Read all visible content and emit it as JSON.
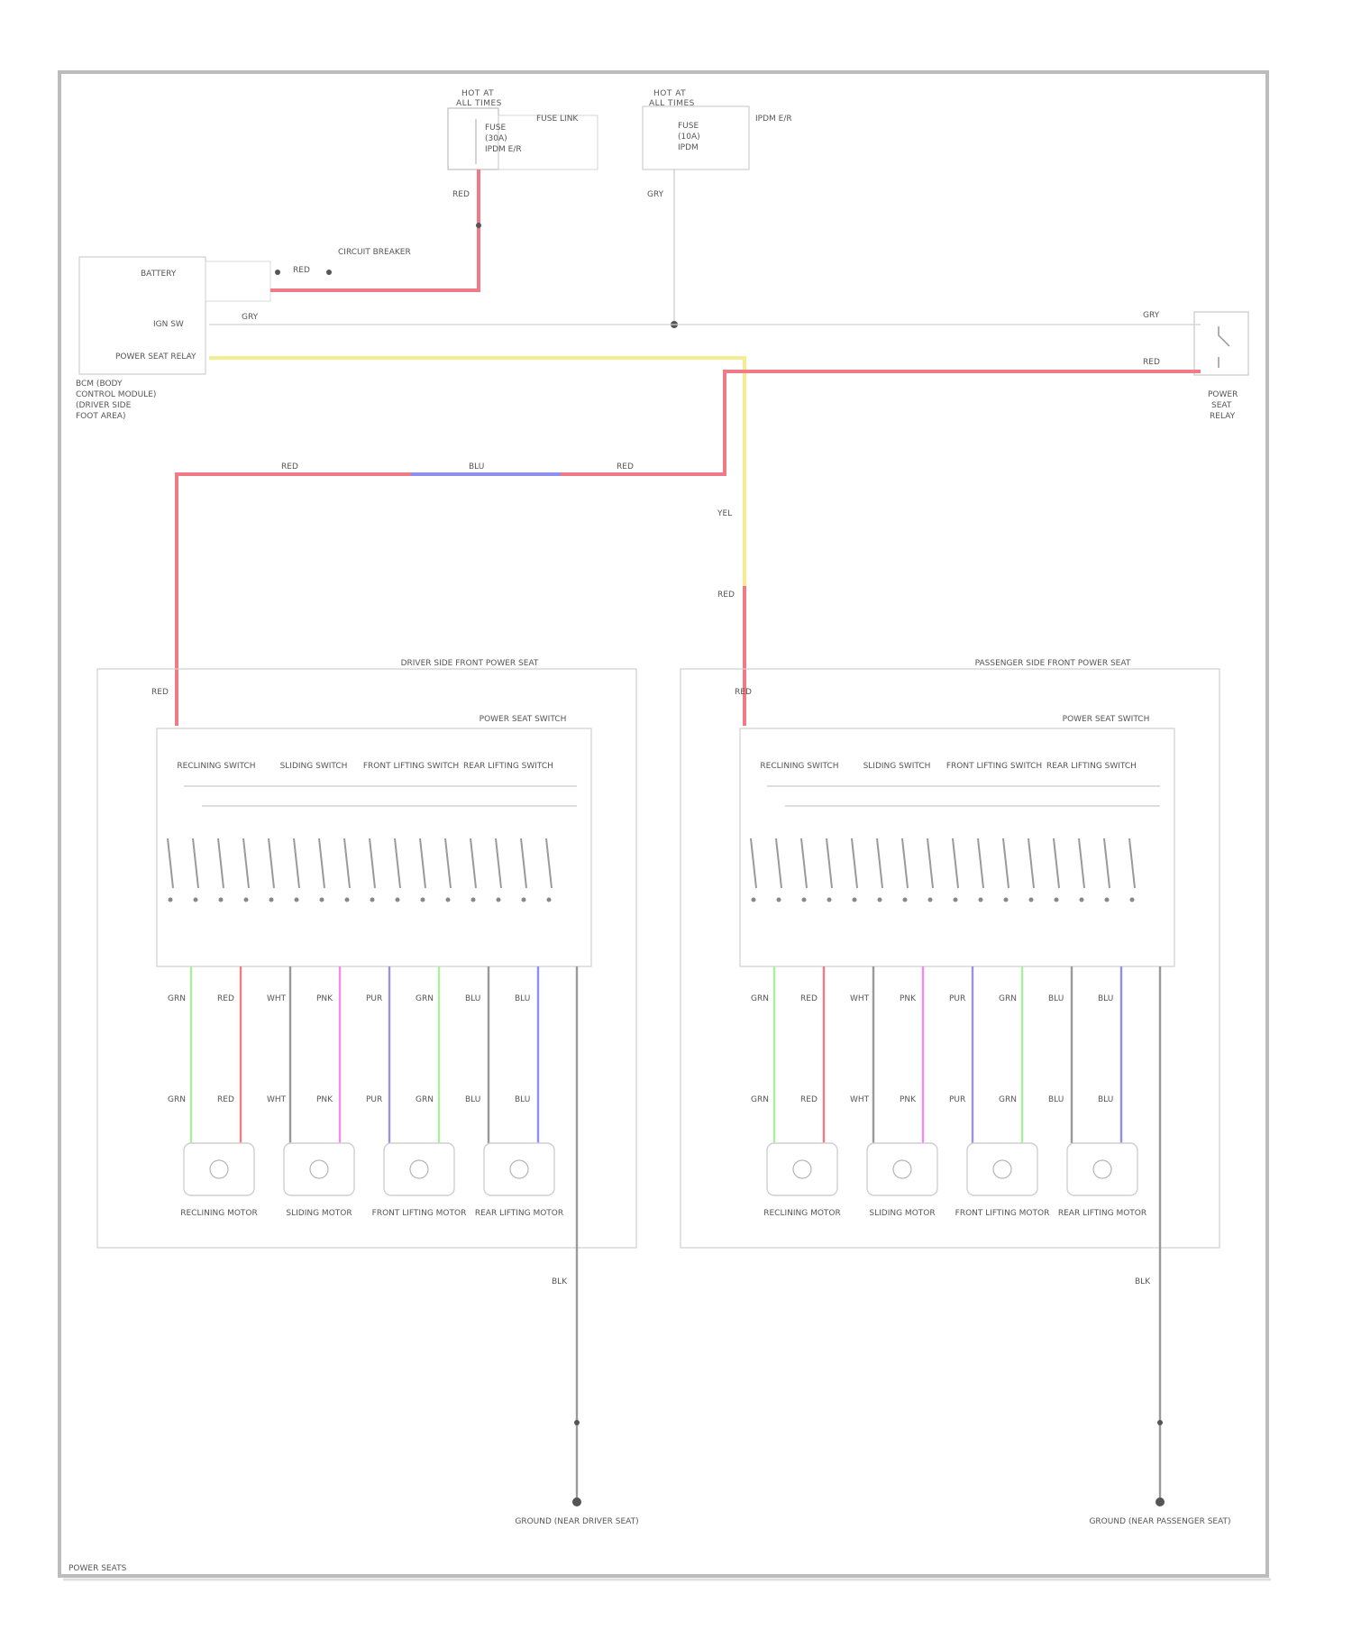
{
  "diagram": {
    "colors": {
      "red": "#f07a86",
      "yellow": "#f4ec90",
      "blue": "#8f8ff0",
      "gray": "#9a9a9a",
      "green": "#a8f0a0",
      "pink": "#f08cf0",
      "purple": "#a090e0"
    },
    "fuse_boxes": [
      {
        "title_1": "HOT AT",
        "title_2": "ALL TIMES",
        "lines": [
          "FUSE",
          "(30A)",
          "IPDM E/R"
        ],
        "side": "FUSE LINK",
        "wire": "RED"
      },
      {
        "title_1": "HOT AT",
        "title_2": "ALL TIMES",
        "lines": [
          "FUSE",
          "(10A)",
          "IPDM"
        ],
        "side": "IPDM E/R",
        "wire": "GRY"
      }
    ],
    "control_unit": {
      "label_lines": [
        "BCM (BODY",
        "CONTROL MODULE)",
        "(DRIVER SIDE",
        "FOOT AREA)"
      ],
      "pins": [
        "BATTERY",
        "IGN SW",
        "POWER SEAT RELAY"
      ]
    },
    "circuit_breaker": {
      "label": "CIRCUIT BREAKER",
      "wire": "RED"
    },
    "relay": {
      "label_lines": [
        "POWER",
        "SEAT",
        "RELAY"
      ],
      "wires": [
        "GRY",
        "RED"
      ]
    },
    "wire_labels": {
      "red": "RED",
      "blu": "BLU",
      "yel": "YEL",
      "gry": "GRY",
      "blk": "BLK"
    },
    "seats": [
      {
        "title": "DRIVER SIDE FRONT POWER SEAT",
        "switch_title": "POWER SEAT SWITCH",
        "switch_groups": [
          "RECLINING SWITCH",
          "SLIDING SWITCH",
          "FRONT LIFTING SWITCH",
          "REAR LIFTING SWITCH"
        ],
        "motors": [
          "RECLINING MOTOR",
          "SLIDING MOTOR",
          "FRONT LIFTING MOTOR",
          "REAR LIFTING MOTOR"
        ],
        "wires": [
          "GRN",
          "RED",
          "WHT",
          "PNK",
          "PUR",
          "GRN",
          "BLU",
          "BLU"
        ],
        "ground_label": "GROUND (NEAR DRIVER SEAT)"
      },
      {
        "title": "PASSENGER SIDE FRONT POWER SEAT",
        "switch_title": "POWER SEAT SWITCH",
        "switch_groups": [
          "RECLINING SWITCH",
          "SLIDING SWITCH",
          "FRONT LIFTING SWITCH",
          "REAR LIFTING SWITCH"
        ],
        "motors": [
          "RECLINING MOTOR",
          "SLIDING MOTOR",
          "FRONT LIFTING MOTOR",
          "REAR LIFTING MOTOR"
        ],
        "wires": [
          "GRN",
          "RED",
          "WHT",
          "PNK",
          "PUR",
          "GRN",
          "BLU",
          "BLU"
        ],
        "ground_label": "GROUND (NEAR PASSENGER SEAT)"
      }
    ],
    "footer_code": "POWER SEATS"
  }
}
